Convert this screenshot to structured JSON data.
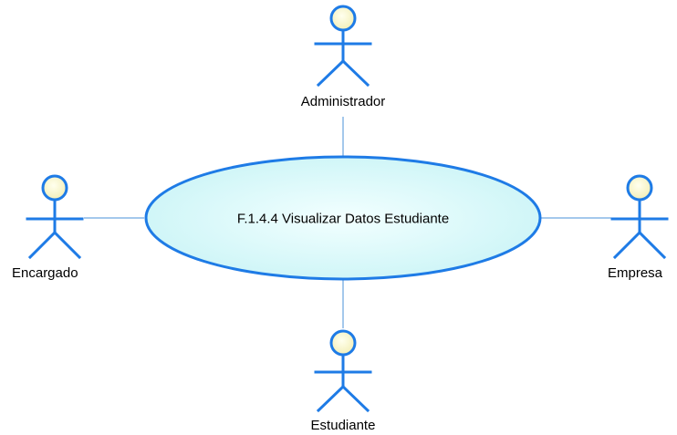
{
  "diagram": {
    "type": "use-case",
    "use_case": {
      "label": "F.1.4.4 Visualizar Datos Estudiante",
      "fill_color": "#d8fafa",
      "border_color": "#1e7be6"
    },
    "actors": [
      {
        "id": "administrador",
        "label": "Administrador"
      },
      {
        "id": "encargado",
        "label": "Encargado"
      },
      {
        "id": "empresa",
        "label": "Empresa"
      },
      {
        "id": "estudiante",
        "label": "Estudiante"
      }
    ],
    "colors": {
      "actor_stroke": "#1e7be6",
      "actor_head_fill": "#fdfbd0",
      "connector": "#4a90d9"
    }
  }
}
